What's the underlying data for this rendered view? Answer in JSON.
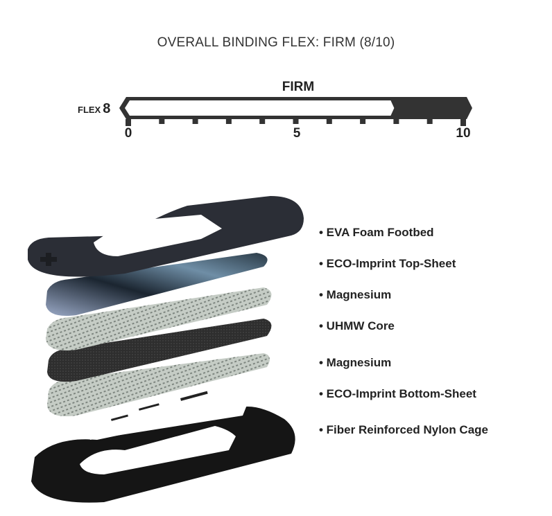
{
  "header": {
    "title": "OVERALL BINDING FLEX: FIRM (8/10)"
  },
  "flex_scale": {
    "rating_word": "FIRM",
    "prefix": "FLEX",
    "value": "8",
    "value_numeric": 8,
    "max": 10,
    "tick_labels": [
      "0",
      "5",
      "10"
    ],
    "colors": {
      "fill": "#333333",
      "empty": "#ffffff"
    }
  },
  "layers": [
    "• EVA Foam Footbed",
    "• ECO-Imprint Top-Sheet",
    "• Magnesium",
    "• UHMW Core",
    "• Magnesium",
    "• ECO-Imprint Bottom-Sheet",
    "• Fiber Reinforced Nylon Cage"
  ]
}
